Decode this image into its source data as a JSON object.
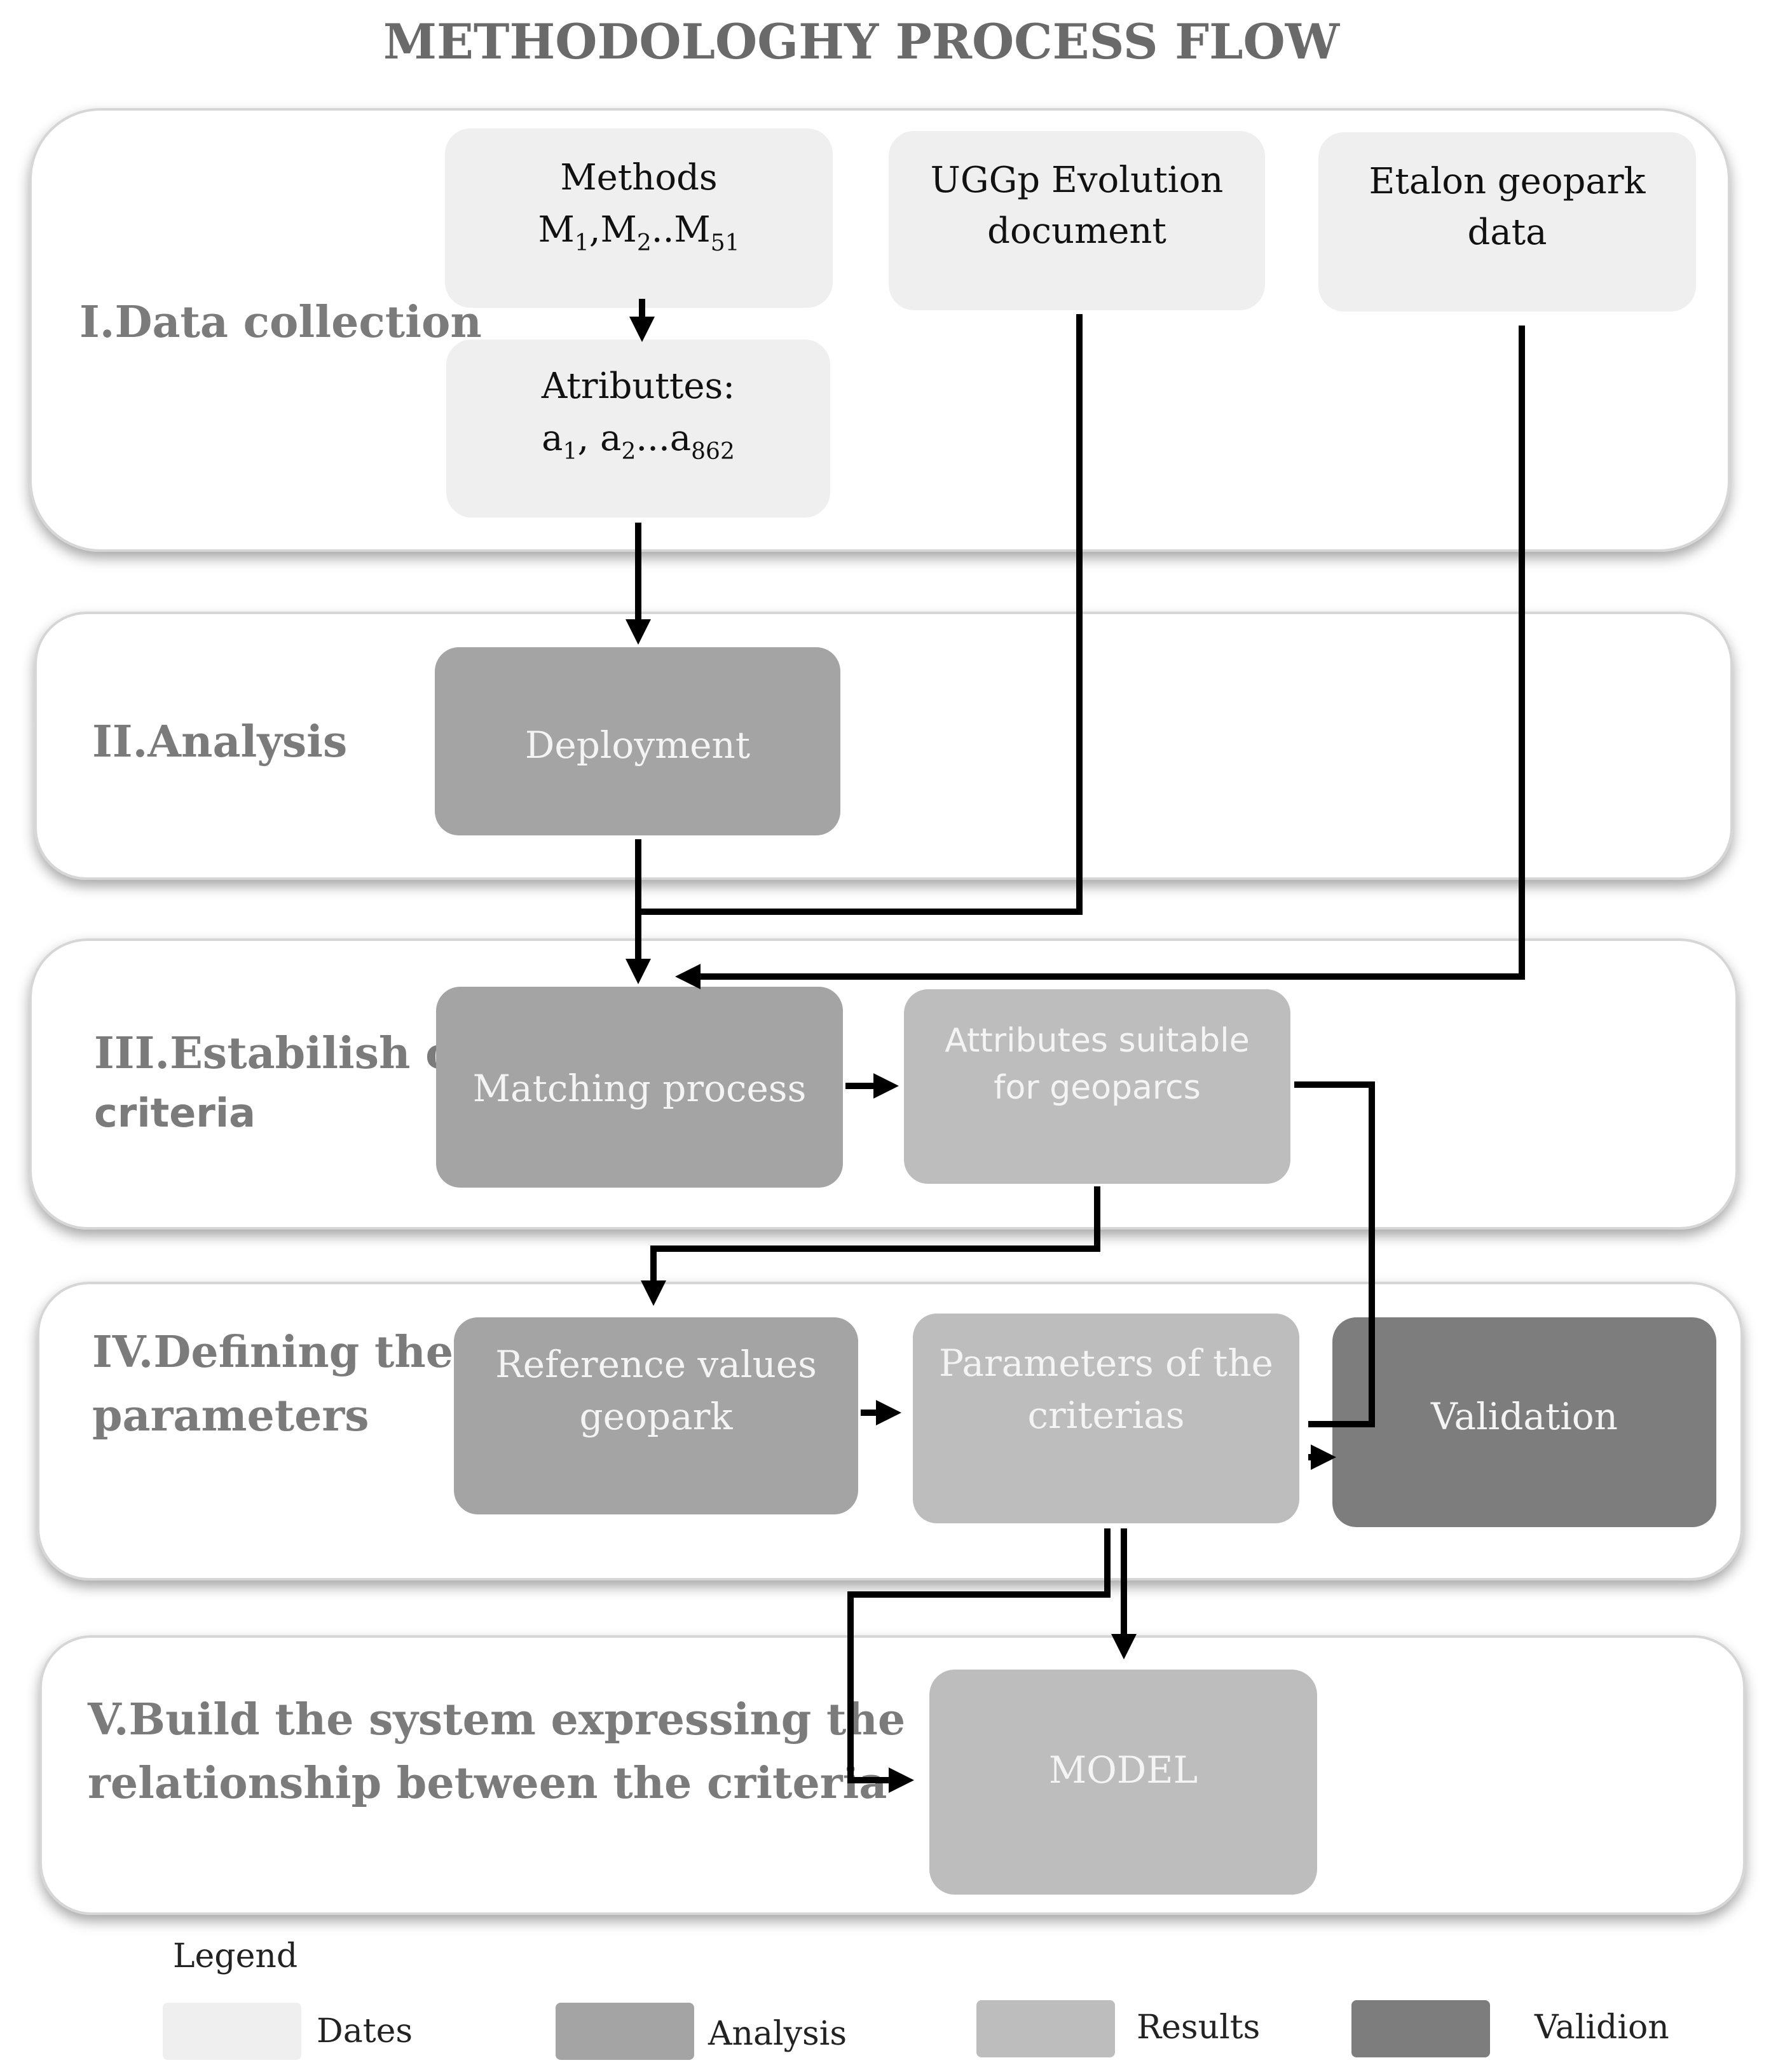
{
  "title": "METHODOLOGHY PROCESS FLOW",
  "colors": {
    "dates": "#efefef",
    "analysis": "#a4a4a4",
    "results": "#bdbdbd",
    "validation": "#7d7d7d"
  },
  "stages": {
    "s1": "I.Data collection",
    "s2": "II.Analysis",
    "s3_line1": "III.Estabilish of",
    "s3_line2": "criteria",
    "s4_line1": "IV.Defining the",
    "s4_line2": "parameters",
    "s5_line1": "V.Build the system expressing the",
    "s5_line2": "relationship between the criteria"
  },
  "nodes": {
    "methods_title": "Methods",
    "methods_m": "M",
    "methods_sub1": "1",
    "methods_sep1": ",M",
    "methods_sub2": "2",
    "methods_sep2": "..M",
    "methods_sub3": "51",
    "attributes_title": "Atributtes:",
    "attr_a1": "a",
    "attr_sub1": "1",
    "attr_sep1": ", a",
    "attr_sub2": "2",
    "attr_sep2": "...a",
    "attr_sub3": "862",
    "uggp_line1": "UGGp Evolution",
    "uggp_line2": "document",
    "etalon_line1": "Etalon geopark",
    "etalon_line2": "data",
    "deployment": "Deployment",
    "matching": "Matching process",
    "attributes_suitable_line1": "Attributes suitable",
    "attributes_suitable_line2": "for geoparcs",
    "reference_line1": "Reference values",
    "reference_line2": "geopark",
    "parameters_line1": "Parameters of the",
    "parameters_line2": "criterias",
    "validation": "Validation",
    "model": "MODEL"
  },
  "legend": {
    "title": "Legend",
    "items": [
      "Dates",
      "Analysis",
      "Results",
      "Validion"
    ]
  }
}
